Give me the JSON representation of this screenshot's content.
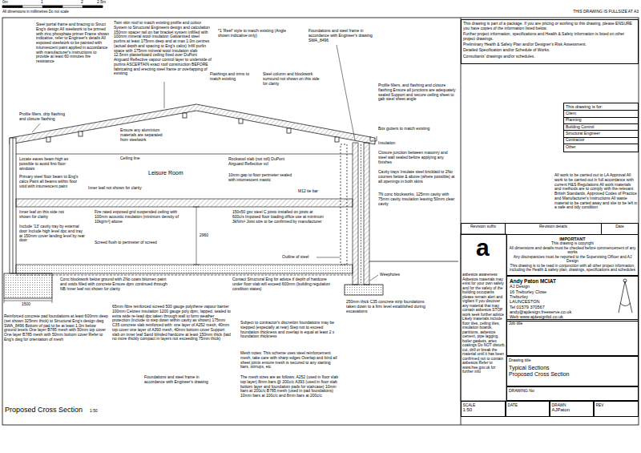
{
  "diagram": {
    "title": "Proposed Cross Section",
    "nodes": [
      {
        "text": [
          "This drawing is part of a package. If you are pricing or working to this drawing, please ENSURE you have copies of the information listed below.",
          "Further project information, specifications and Health & Safety information is listed on other project drawings.",
          "Preliminary Health & Safety Plan and/or Designer's Risk Assessment.",
          "Detailed Specification and/or Schedule of Works.",
          "Consultants' drawings and/or schedules."
        ]
      },
      {
        "text": [
          "This drawing is for:",
          "Client",
          "Planning",
          "Building Control",
          "Structural Engineer",
          "Contractor",
          "Other"
        ]
      },
      {
        "text": [
          "Revision suffix",
          "Revision details",
          "Date"
        ]
      },
      {
        "text": [
          "IMPORTANT",
          "This drawing is copyright",
          "All dimensions and details must be checked before commencement of any works",
          "Any discrepancies must be reported to the Supervising Officer and AJ Design",
          "This drawing is to be read in conjunction with all other project information, including the Health & safety plan, drawings, specifications and schedules"
        ]
      },
      {
        "text": [
          "Andy Paton MCIAT",
          "AJ Design",
          "16 Treburley Close",
          "Treburley",
          "LAUNCESTON",
          "Tel 01579 370567",
          "andy@ajdesign.freeserve.co.uk",
          "Web www.ajdesignltd.co.uk"
        ]
      },
      {
        "text": [
          "Job title"
        ]
      },
      {
        "text": [
          "Drawing title",
          "Typical Sections",
          "Proposed Cross Section"
        ]
      },
      {
        "text": [
          "DRAWING No"
        ]
      },
      {
        "text": [
          "SCALE",
          "1:50"
        ]
      },
      {
        "text": [
          "DATE"
        ]
      },
      {
        "text": [
          "DRAWN",
          "AJPaton"
        ]
      },
      {
        "text": [
          "REV"
        ]
      }
    ],
    "labels": [
      "0m",
      "1",
      "2",
      "2.5m",
      "All dimensions in millimetres Do not scale",
      "THIS DRAWING IS FULLSIZE AT A3",
      "Steel portal frame and bracing to Struct Eng's design All steelwork to be primed with zinc phosphate primer Frame shown indicative, refer to Engineer's details All exposed steelwork to be painted with intumescent paint applied in accordance with manufacturer's instructions to provide at least 60 minutes fire resistance",
      "Twin skin roof to match existing profile and colour System to Structural Engineers design and calculation 150mm spacer rail on bar bracket system infilled with 100mm mineral wool insulation Galvanised steel purlins at least 175mm deep and at max 1.0m centres (actual depth and spacing to Eng's calcs) Infill purlin space with 175mm mineral wool insulation slab 12.5mm plasterboard ceiling fixed over DuPont Airguard Reflective vapour control layer to underside of purlins ASCERTAIN exact roof construction BEFORE fabricating and erecting steel frame or overlapping of existing",
      "*1 'Reef' style to match existing (Angle shown indicative only)",
      "Foundations and steel frame in accordance with Engineer's drawing SWA_8496",
      "Flashings and trims to match existing",
      "Steel column and blockwork surround not shown on this side for clarity",
      "Profile fillers, and flashing and closure flashing Ensure all junctions are adequately sealed Support and secure ceiling sheet to gab steel sheet angle",
      "Profile fillers, drip flashing and closure flashing",
      "Ensure any aluminium materials are separated from steelwork",
      "Box gutters to match existing",
      "Insulation",
      "Closure junction between masonry and steel wall sealed before applying any finishes",
      "Cavity trays Insulate steel bricklaid to 2No courses below & above (where possible) at all openings in both skins",
      "7N conc blockworks, 125mm cavity with 75mm cavity insulation leaving 50mm clear cavity",
      "Locate eaves beam high as possible to avoid first floor windows",
      "Ceiling line",
      "Leisure Room",
      "Inner leaf not shown for clarity",
      "Primary steel floor beam to Eng's calcs Paint all beams within floor void with intumescent paint",
      "Rockwool slab (not roll) DuPont Airguard Reflective vcl",
      "10mm gap to floor perimeter sealed with intumescent mastic",
      "M12 tie bar",
      "Inner leaf on this side not shown for clarity",
      "Include '13' cavity tray by external door Include high level dpc and tray at 150mm cover landing level by rear door",
      "Fire rated exposed grid suspended ceiling with 100mm acoustic insulation (minimum density of 10kg/m³) above",
      "150x50 gsv steel C joists installed on joists at 600c/s Imposed floor loading office use at minimum 3kN/m² Joist size to be confirmed by manufacturer",
      "2960",
      "Screed flush to perimeter of screed",
      "Outline of steel",
      "1500",
      "Weepholes",
      "Conc blockwork below ground with 2No coats bitumen paint and voids filled with concrete Ensure dpm continued through NB Inner leaf not shown for clarity",
      "Contact Structural Eng for advice if depth of hardcore under floor slab will exceed 600mm (building regulation condition states)",
      "Reinforced concrete pad foundations at least 600mm deep (set shown 325mm thick) to Structural Eng's design dwg SWA_8496 Bottom of pad to be at least 1.0m below ground levels One layer B785 mesh with 50mm top cover One layer B785 mesh with 50mm bottom cover Refer to Eng's dwg for orientation of mesh",
      "65mm fibre reinforced screed 500 gauge polythene vapour barrier 100mm Celotex insulation 1200 gauge poly dpm, lapped, sealed to extra wide re-lead dpc taken through wall to form weather protection (include to step down within cavity as shown) 175mm C35 concrete slab reinforced with: one layer of A252 mesh, 40mm top cover one layer of A393 mesh, 40mm bottom cover Support slab on inner leaf Sand blinded hardcore at least 150mm thick (laid no more thickly compact in layers not exceeding 75mm thick)",
      "250mm thick C35 concrete strip foundations taken down to a firm level established during excavations",
      "Subject to contractor's discretion foundations may be stepped (especially at rear) Step not to exceed foundation thickness and overlap is equal at least 2 x foundation thickness",
      "Mesh notes: This scheme uses steel reinforcement mesh, take care with sharp edges Overlap and bind all sheet joints ensure mesh is secured to any starting bars, stirrups, etc",
      "The mesh sizes are as follows: A252 (used in floor slab top layer) 8mm bars @ 200c/c A393 (used in floor slab bottom layer and foundation pads for staircase) 10mm bars at 200c/c B785 mesh (used in pad foundations) 10mm bars at 100c/c and 8mm bars at 200c/c",
      "Foundations and steel frame in accordance with Engineer's drawing",
      "a",
      "asbestos awareness Asbestos materials may exist for your own safety and for the safety of the building occupants please remain alert and vigilant If you discover any material that may contain asbestos STOP work seek further advice Likely materials include floor tiles, ceiling tiles, insulation boards, partitions, asbestos cement, pipe lagging, boiler gaskets, artex coatings Do NOT disturb, cut, drill or break the material until it has been confirmed not to contain asbestos Refer to www.hse.gov.uk for further info",
      "All work to be carried out to LA Approval All work to be carried out in full accordance with current H&S Regulations All work materials and methods are to comply with the relevant British Standards, Approved Codes of Practice and Manufacturer's Instructions All waste material to be carted away and site to be left in a safe and tidy condition",
      "1:50"
    ]
  }
}
